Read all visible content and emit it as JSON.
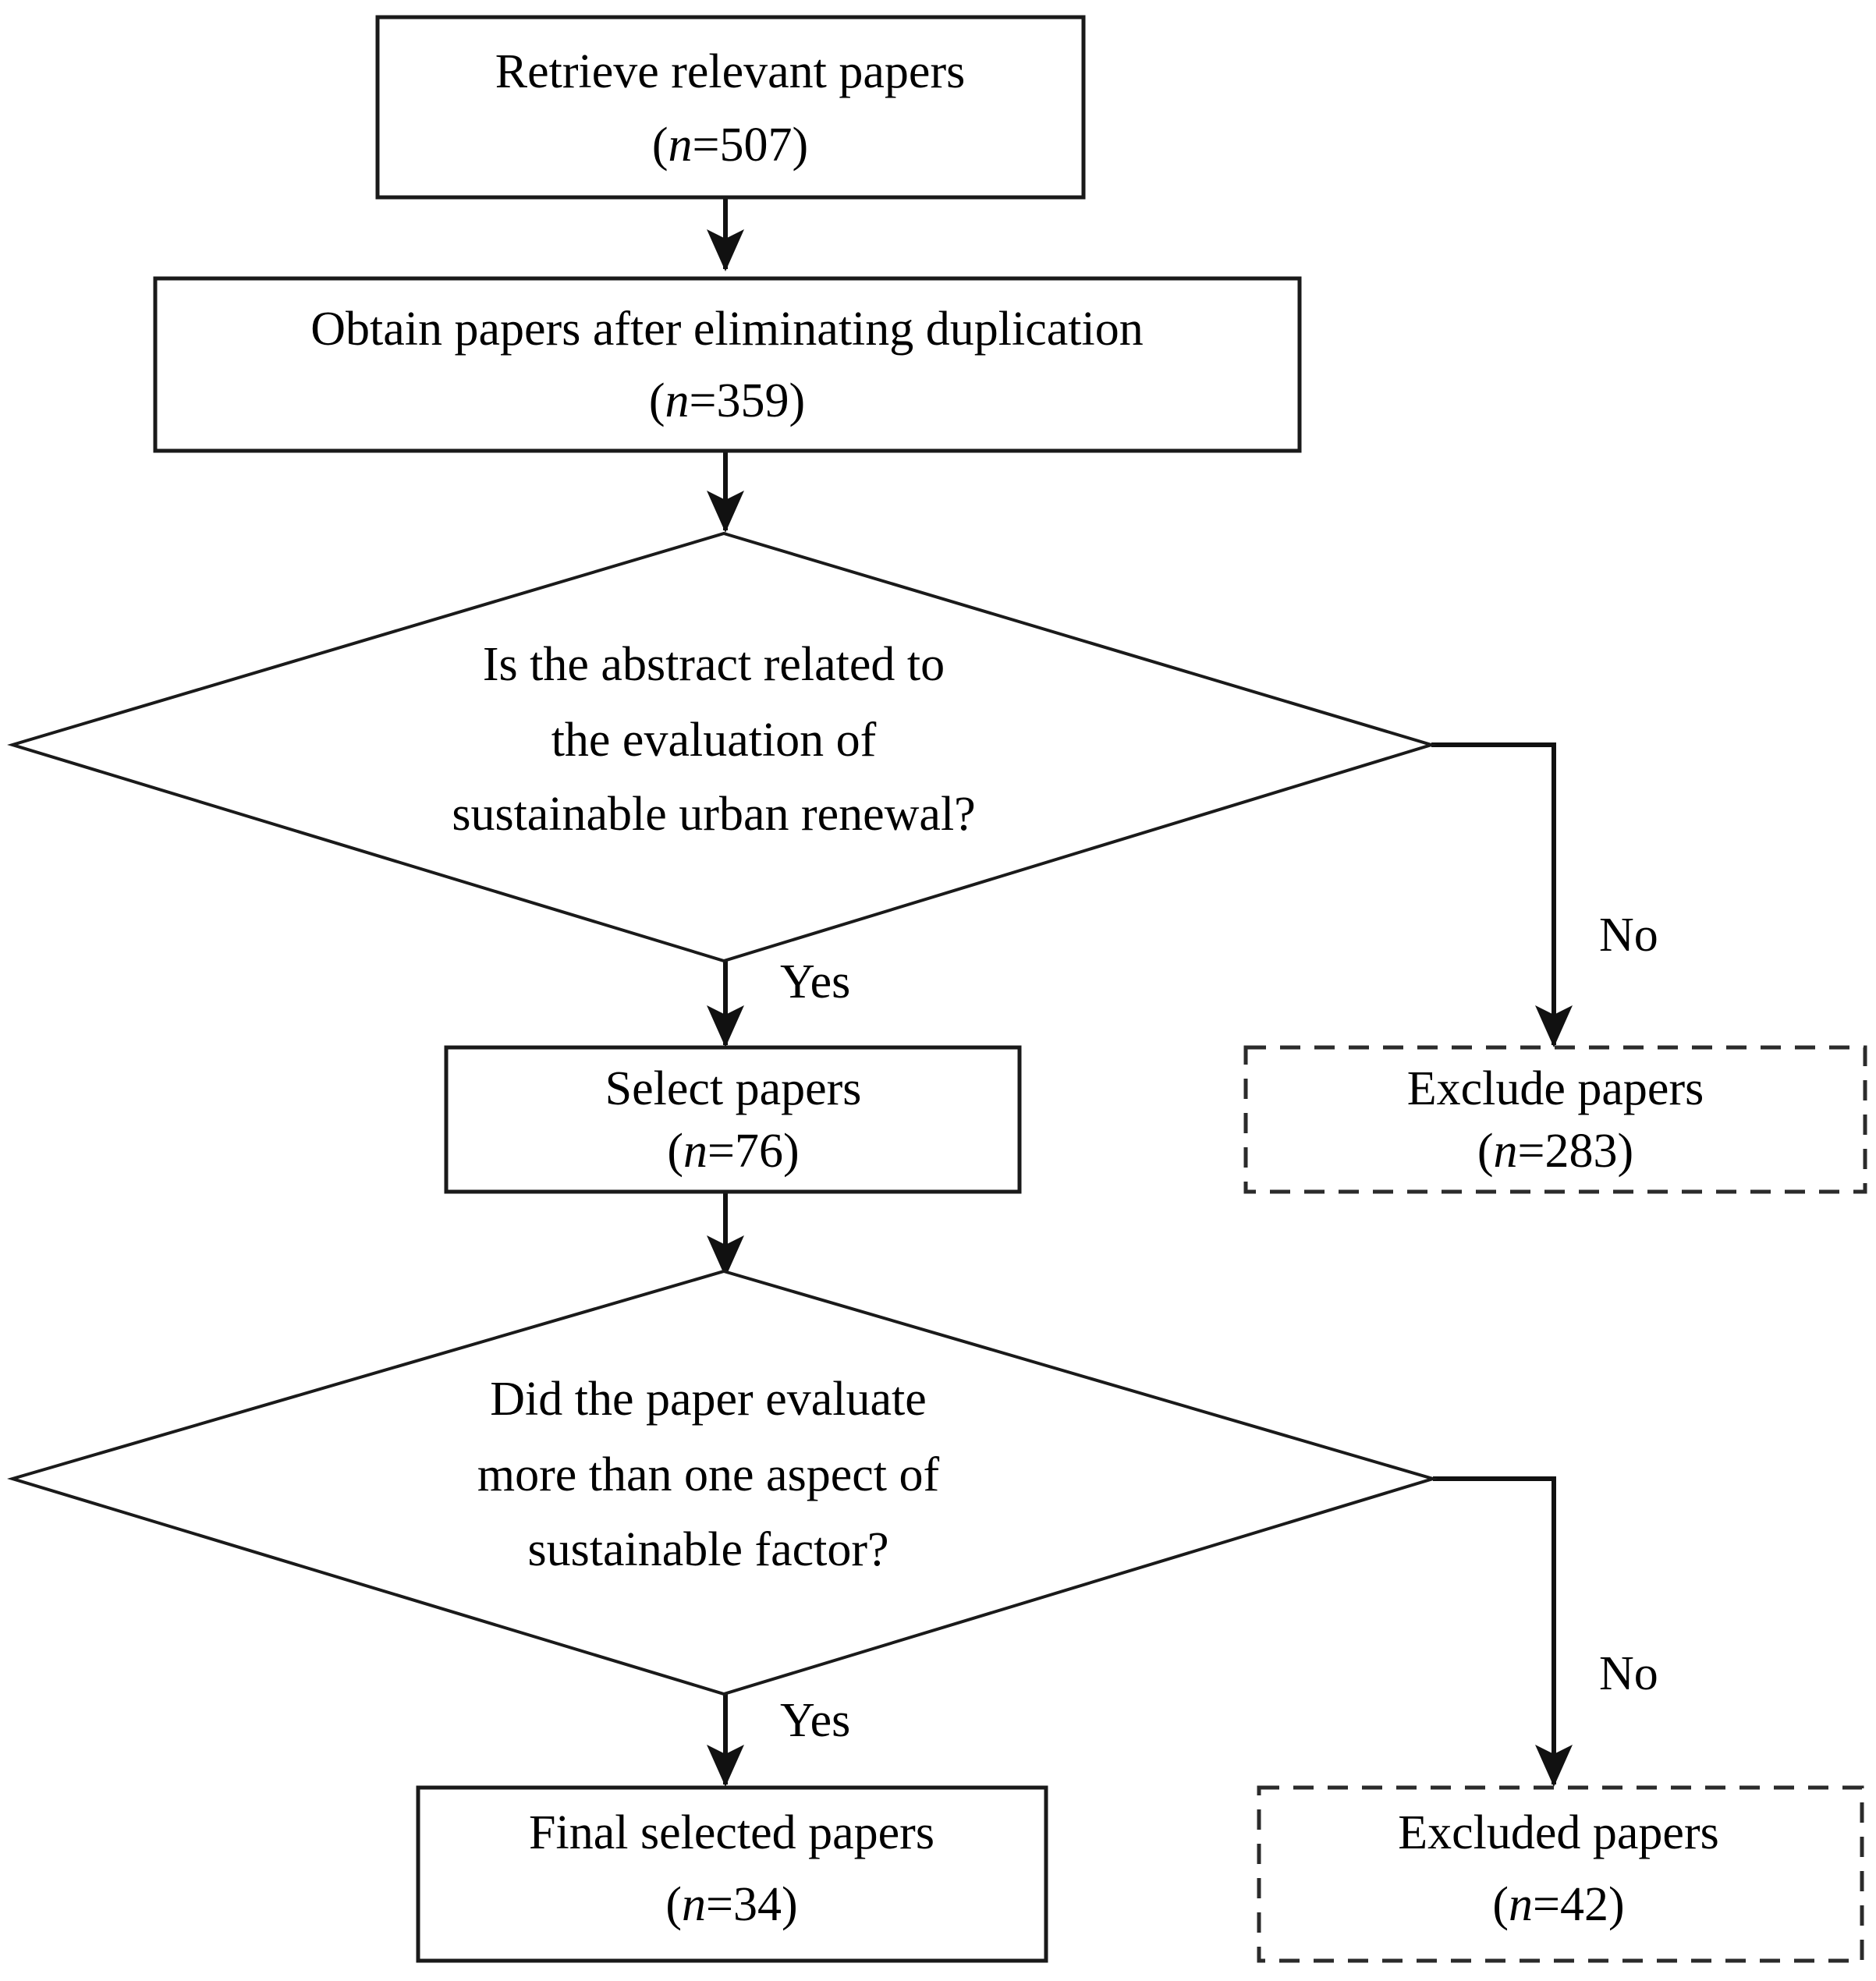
{
  "diagram": {
    "type": "flowchart",
    "title": "Paper selection flowchart",
    "colors": {
      "background": "#ffffff",
      "stroke_solid": "#1a1a1a",
      "stroke_dashed": "#2b2b2b",
      "text": "#000000"
    },
    "nodes": [
      {
        "id": "retrieve",
        "shape": "rectangle",
        "border": "solid",
        "lines": [
          "Retrieve relevant papers",
          "(n=507)"
        ],
        "line1": "Retrieve relevant papers",
        "count_prefix": "(",
        "count_var": "n",
        "count_value": "=507)",
        "n": 507
      },
      {
        "id": "dedupe",
        "shape": "rectangle",
        "border": "solid",
        "lines": [
          "Obtain papers after eliminating duplication",
          "(n=359)"
        ],
        "line1": "Obtain papers after eliminating duplication",
        "count_prefix": "(",
        "count_var": "n",
        "count_value": "=359)",
        "n": 359
      },
      {
        "id": "decision-abstract",
        "shape": "diamond",
        "border": "solid",
        "lines": [
          "Is the abstract related to",
          "the evaluation of",
          "sustainable urban renewal?"
        ],
        "line1": "Is the abstract related to",
        "line2": "the evaluation of",
        "line3": "sustainable urban renewal?"
      },
      {
        "id": "select",
        "shape": "rectangle",
        "border": "solid",
        "lines": [
          "Select papers",
          "(n=76)"
        ],
        "line1": "Select papers",
        "count_prefix": "(",
        "count_var": "n",
        "count_value": "=76)",
        "n": 76
      },
      {
        "id": "exclude-abstract",
        "shape": "rectangle",
        "border": "dashed",
        "lines": [
          "Exclude papers",
          "(n=283)"
        ],
        "line1": "Exclude papers",
        "count_prefix": "(",
        "count_var": "n",
        "count_value": "=283)",
        "n": 283
      },
      {
        "id": "decision-aspects",
        "shape": "diamond",
        "border": "solid",
        "lines": [
          "Did the paper evaluate",
          "more than one aspect of",
          "sustainable factor?"
        ],
        "line1": "Did the paper evaluate",
        "line2": "more than one aspect of",
        "line3": "sustainable factor?"
      },
      {
        "id": "final",
        "shape": "rectangle",
        "border": "solid",
        "lines": [
          "Final selected papers",
          "(n=34)"
        ],
        "line1": "Final selected papers",
        "count_prefix": "(",
        "count_var": "n",
        "count_value": "=34)",
        "n": 34
      },
      {
        "id": "excluded-aspects",
        "shape": "rectangle",
        "border": "dashed",
        "lines": [
          "Excluded papers",
          "(n=42)"
        ],
        "line1": "Excluded papers",
        "count_prefix": "(",
        "count_var": "n",
        "count_value": "=42)",
        "n": 42
      }
    ],
    "edge_labels": {
      "abstract_yes": "Yes",
      "abstract_no": "No",
      "aspects_yes": "Yes",
      "aspects_no": "No"
    }
  }
}
